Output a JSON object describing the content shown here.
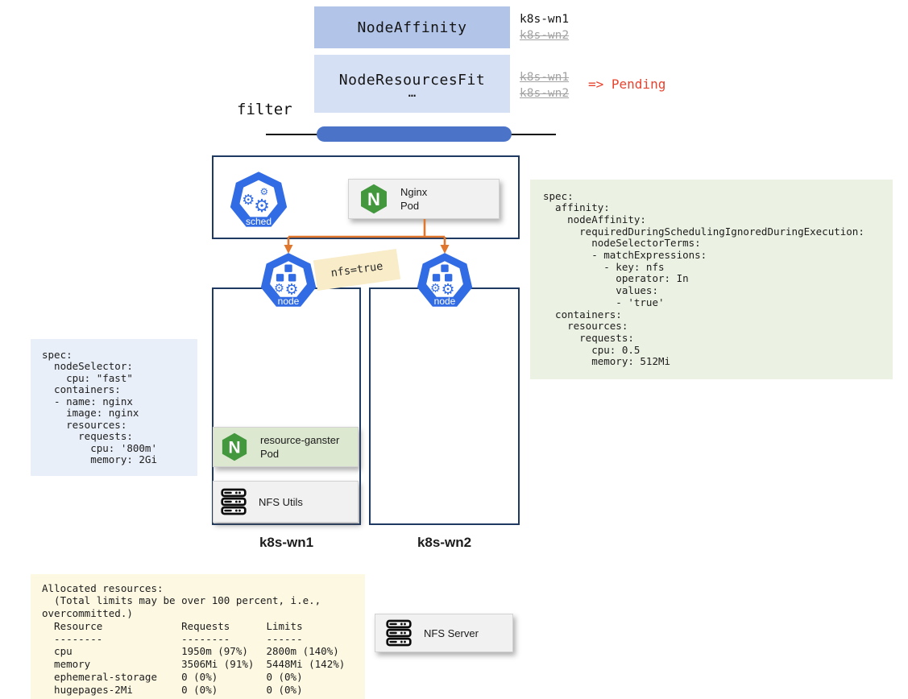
{
  "colors": {
    "k8s_blue": "#326ce5",
    "nginx_green": "#43973d",
    "arrow_orange": "#e0772e",
    "pending_red": "#e8432e",
    "filter_pill_blue": "#4b74c9",
    "node_affinity_bg": "#b2c5e8",
    "node_resources_fit_bg": "#d6e0f5",
    "yaml_left_bg": "#e9eff9",
    "yaml_right_bg": "#ecf2e3",
    "allocated_bg": "#fdf8e2",
    "taint_bg": "#f8ecc9",
    "frame_border_navy": "#1e3a63"
  },
  "filter_stage": {
    "label": "filter",
    "node_affinity": {
      "title": "NodeAffinity",
      "result_pass": "k8s-wn1",
      "result_fail": "k8s-wn2"
    },
    "node_resources_fit": {
      "title": "NodeResourcesFit",
      "more": "…",
      "result_fail_1": "k8s-wn1",
      "result_fail_2": "k8s-wn2",
      "outcome": "=> Pending"
    }
  },
  "scheduler": {
    "icon_label": "sched",
    "pod_card": {
      "name": "Nginx",
      "kind": "Pod"
    }
  },
  "pod_yaml_left": "spec:\n  nodeSelector:\n    cpu: \"fast\"\n  containers:\n  - name: nginx\n    image: nginx\n    resources:\n      requests:\n        cpu: '800m'\n        memory: 2Gi",
  "pod_yaml_right": "spec:\n  affinity:\n    nodeAffinity:\n      requiredDuringSchedulingIgnoredDuringExecution:\n        nodeSelectorTerms:\n        - matchExpressions:\n          - key: nfs\n            operator: In\n            values:\n            - 'true'\n  containers:\n    resources:\n      requests:\n        cpu: 0.5\n        memory: 512Mi",
  "nodes": {
    "icon_label": "node",
    "taint_label": "nfs=true",
    "wn1": {
      "name": "k8s-wn1",
      "pods": {
        "ganster": {
          "name": "resource-ganster",
          "kind": "Pod"
        },
        "nfs_utils": "NFS Utils"
      }
    },
    "wn2": {
      "name": "k8s-wn2"
    }
  },
  "allocated_resources": "Allocated resources:\n  (Total limits may be over 100 percent, i.e.,\novercommitted.)\n  Resource             Requests      Limits\n  --------             --------      ------\n  cpu                  1950m (97%)   2800m (140%)\n  memory               3506Mi (91%)  5448Mi (142%)\n  ephemeral-storage    0 (0%)        0 (0%)\n  hugepages-2Mi        0 (0%)        0 (0%)",
  "nfs_server": {
    "label": "NFS Server"
  }
}
